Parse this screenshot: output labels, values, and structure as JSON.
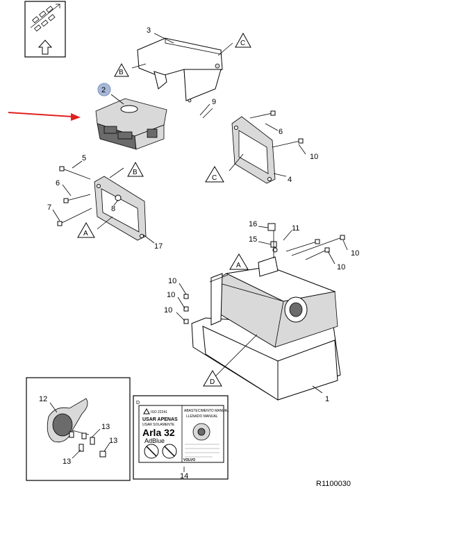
{
  "drawing_code": "R1100030",
  "highlight_color": "#e02020",
  "highlight_badge_color": "#a8b8d8",
  "callouts": {
    "c1": "1",
    "c2": "2",
    "c3": "3",
    "c4": "4",
    "c5": "5",
    "c6a": "6",
    "c6b": "6",
    "c7": "7",
    "c8": "8",
    "c9": "9",
    "c10a": "10",
    "c10b": "10",
    "c10c": "10",
    "c10d": "10",
    "c10e": "10",
    "c10f": "10",
    "c11": "11",
    "c12": "12",
    "c13a": "13",
    "c13b": "13",
    "c13c": "13",
    "c14": "14",
    "c15": "15",
    "c16": "16",
    "c17": "17"
  },
  "reference_markers": {
    "a1": "A",
    "a2": "A",
    "b1": "B",
    "b2": "B",
    "c1": "C",
    "c2": "C",
    "d1": "D"
  },
  "label_panel": {
    "corner_letter": "D",
    "standard": "ISO 22241",
    "left_title": "USAR APENAS",
    "left_subtitle": "USAR SOLAMENTE",
    "product": "Arla 32",
    "product_sub": "AdBlue",
    "right_title1": "ABASTECIMENTO MANUAL",
    "right_title2": "LLENADO MANUAL",
    "brand": "VOLVO"
  },
  "icons": [
    "orientation-icon",
    "arrow-up-icon",
    "no-diesel-icon",
    "no-water-icon",
    "warning-icon"
  ]
}
